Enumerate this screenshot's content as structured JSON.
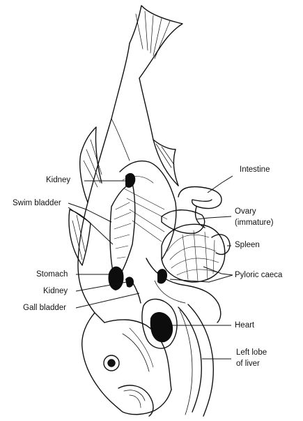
{
  "labels": {
    "kidney_upper": "Kidney",
    "swim_bladder": "Swim bladder",
    "stomach": "Stomach",
    "kidney_lower": "Kidney",
    "gall_bladder": "Gall bladder",
    "intestine": "Intestine",
    "ovary_line1": "Ovary",
    "ovary_line2": "(immature)",
    "spleen": "Spleen",
    "pyloric_caeca": "Pyloric caeca",
    "heart": "Heart",
    "liver_line1": "Left lobe",
    "liver_line2": "of liver"
  },
  "colors": {
    "ink": "#111111",
    "organ_dark": "#0d0d0d",
    "background": "#ffffff"
  }
}
